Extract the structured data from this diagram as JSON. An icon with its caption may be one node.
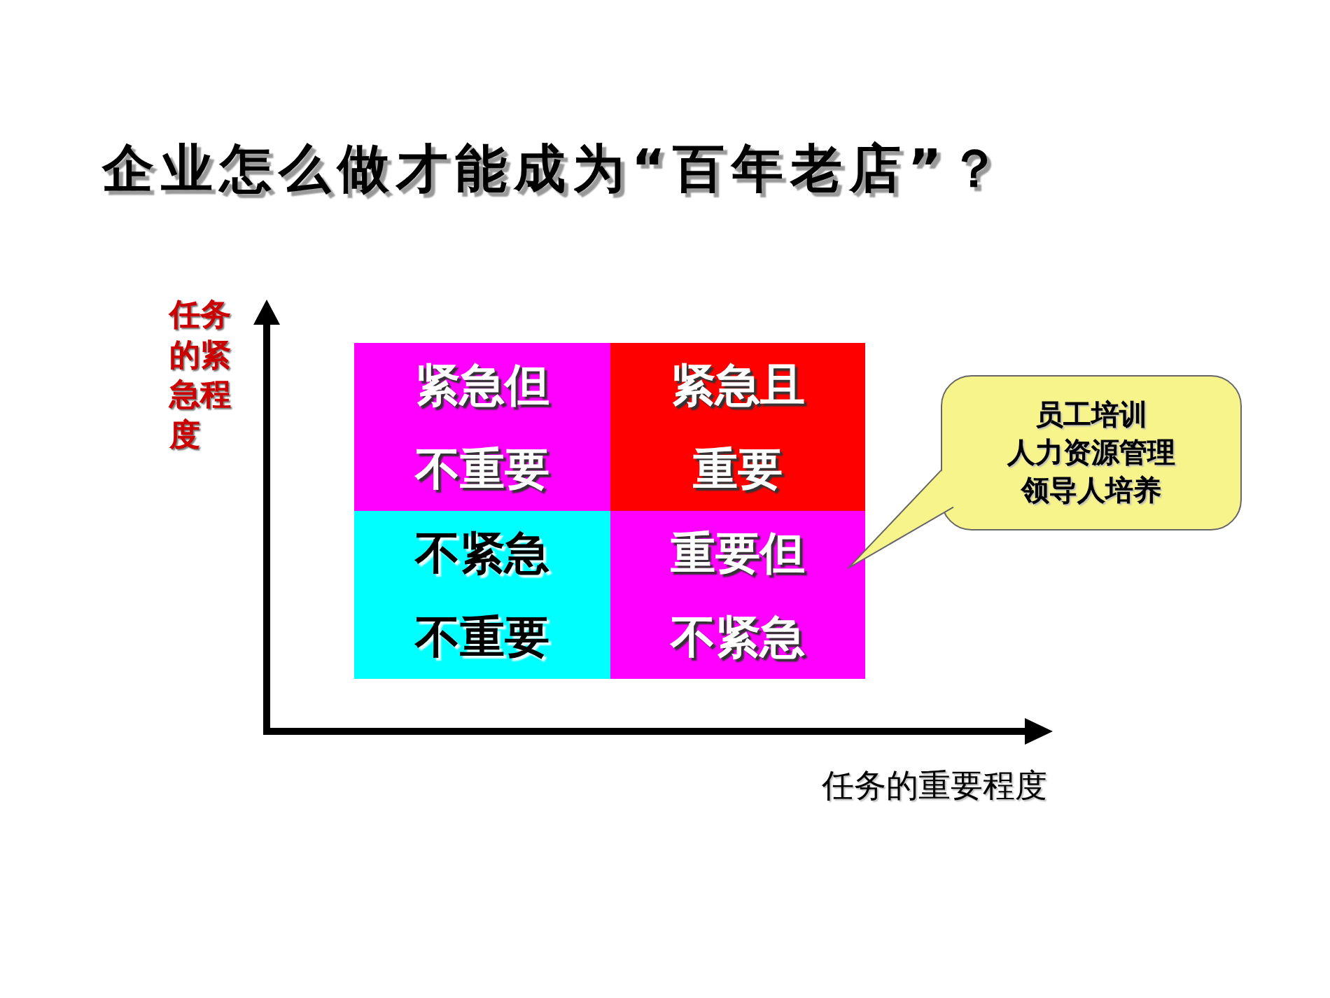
{
  "diagram": {
    "title": "企业怎么做才能成为“百年老店”？",
    "nodes": [
      {
        "text": [
          "紧急但不重要"
        ]
      },
      {
        "text": [
          "紧急且重要"
        ]
      },
      {
        "text": [
          "不紧急不重要"
        ]
      },
      {
        "text": [
          "重要但不紧急"
        ]
      },
      {
        "text": [
          "员工培训",
          "人力资源管理",
          "领导人培养"
        ]
      }
    ],
    "edges": [
      {
        "from": 4,
        "to": 3,
        "arrow": "none"
      }
    ],
    "labels": [
      "任务的紧急程度",
      "任务的重要程度"
    ]
  }
}
